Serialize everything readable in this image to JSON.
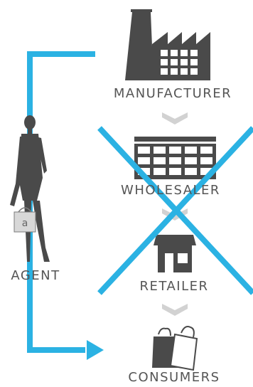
{
  "labels": {
    "manufacturer": "MANUFACTURER",
    "wholesaler": "WHOLESALER",
    "retailer": "RETAILER",
    "consumers": "CONSUMERS",
    "agent": "AGENT"
  },
  "icons": {
    "manufacturer": "factory-icon",
    "wholesaler": "warehouse-icon",
    "retailer": "shop-icon",
    "consumers": "shopping-bags-icon",
    "agent": "businesswoman-icon"
  },
  "colors": {
    "flow_line": "#2bb2e3",
    "cross": "#2bb2e3",
    "icon": "#4a4a4a",
    "chevron": "#d2d2d2",
    "text": "#555555"
  }
}
